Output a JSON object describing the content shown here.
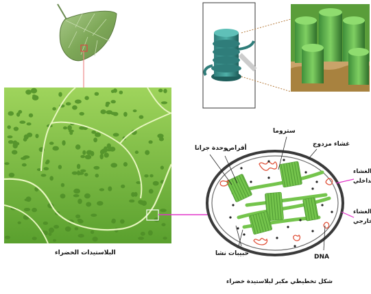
{
  "figure": {
    "cell_caption": "البلاستيدات الخضراء",
    "diagram_caption": "شكل تخطيطي مكبر لبلاستيدة خضراء"
  },
  "labels": {
    "stroma": "ستروما",
    "double_membrane": "غشاء مزدوج",
    "discs": "أقراص",
    "granum": "وحدة جرانا",
    "inner_membrane_line1": "الغشاء",
    "inner_membrane_line2": "الداخلي",
    "outer_membrane_line1": "الغشاء",
    "outer_membrane_line2": "الخارجي",
    "starch_grains": "حبيبات نشا",
    "dna": "DNA"
  },
  "colors": {
    "outer_membrane": "#3a3a3a",
    "thylakoid_green": "#74c44c",
    "dna_red": "#e0523a",
    "pointer_magenta": "#e233c8",
    "leaf_cell_green": "#6fb13a"
  }
}
